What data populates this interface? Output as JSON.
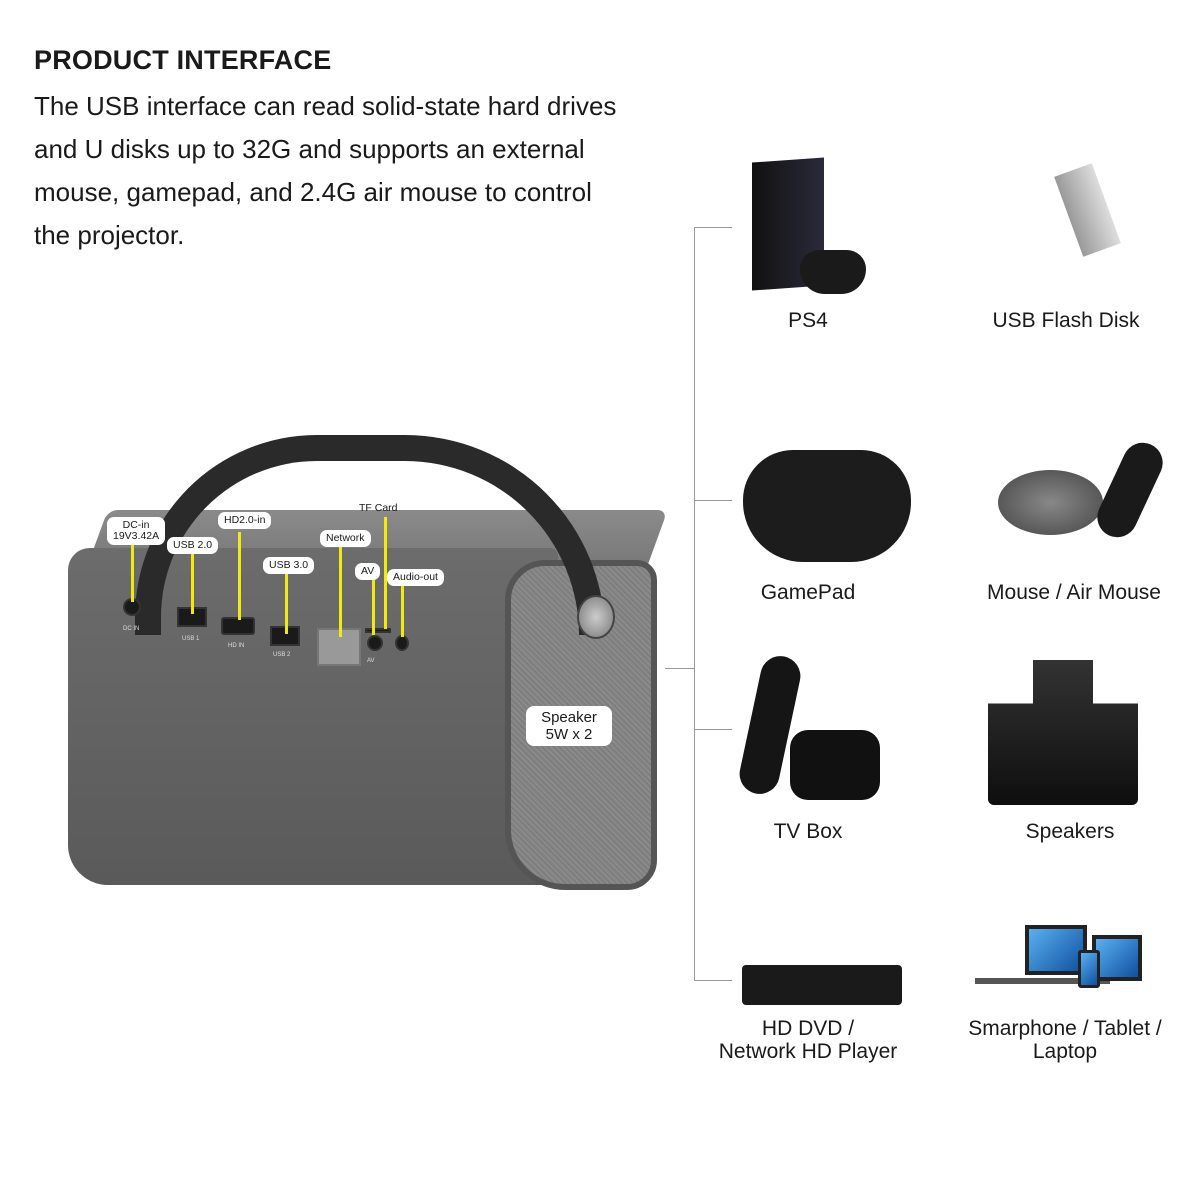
{
  "heading": "PRODUCT INTERFACE",
  "description": "The USB interface can read solid-state hard drives and U disks up to 32G and supports an external mouse, gamepad, and 2.4G air mouse to control the projector.",
  "ports": {
    "dc": "DC-in\n19V3.42A",
    "usb2": "USB 2.0",
    "hdmi": "HD2.0-in",
    "usb3": "USB 3.0",
    "network": "Network",
    "tf": "TF Card",
    "av": "AV",
    "audio": "Audio-out",
    "dc_print": "DC IN",
    "usb1_print": "USB 1",
    "hd_print": "HD IN",
    "usb2_print": "USB 2",
    "av_print": "AV"
  },
  "speaker": {
    "line1": "Speaker",
    "line2": "5W x 2"
  },
  "devices": [
    {
      "label": "PS4"
    },
    {
      "label": "USB Flash Disk"
    },
    {
      "label": "GamePad"
    },
    {
      "label": "Mouse / Air Mouse"
    },
    {
      "label": "TV Box"
    },
    {
      "label": "Speakers"
    },
    {
      "label": "HD DVD /\nNetwork HD Player"
    },
    {
      "label": "Smarphone / Tablet /\nLaptop"
    }
  ]
}
